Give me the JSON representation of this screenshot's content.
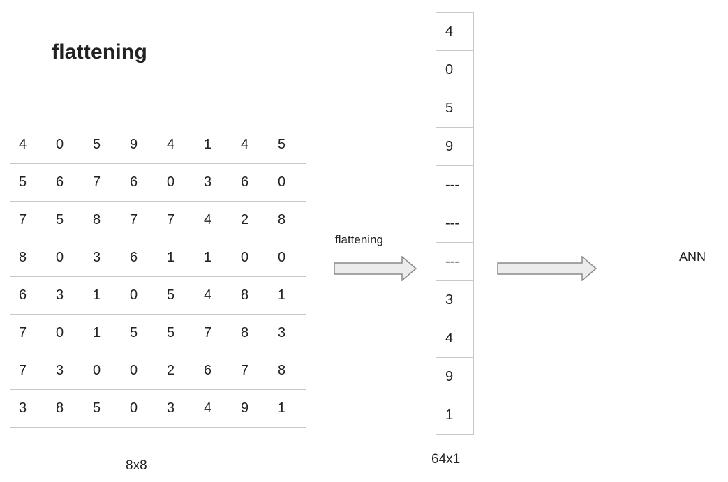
{
  "title": "flattening",
  "matrix": {
    "label": "8x8",
    "rows": [
      [
        "4",
        "0",
        "5",
        "9",
        "4",
        "1",
        "4",
        "5"
      ],
      [
        "5",
        "6",
        "7",
        "6",
        "0",
        "3",
        "6",
        "0"
      ],
      [
        "7",
        "5",
        "8",
        "7",
        "7",
        "4",
        "2",
        "8"
      ],
      [
        "8",
        "0",
        "3",
        "6",
        "1",
        "1",
        "0",
        "0"
      ],
      [
        "6",
        "3",
        "1",
        "0",
        "5",
        "4",
        "8",
        "1"
      ],
      [
        "7",
        "0",
        "1",
        "5",
        "5",
        "7",
        "8",
        "3"
      ],
      [
        "7",
        "3",
        "0",
        "0",
        "2",
        "6",
        "7",
        "8"
      ],
      [
        "3",
        "8",
        "5",
        "0",
        "3",
        "4",
        "9",
        "1"
      ]
    ]
  },
  "flatten_arrow_label": "flattening",
  "vector": {
    "label": "64x1",
    "cells": [
      "4",
      "0",
      "5",
      "9",
      "---",
      "---",
      "---",
      "3",
      "4",
      "9",
      "1"
    ]
  },
  "output_label": "ANN",
  "colors": {
    "grid_line": "#c8c8c8",
    "arrow_fill": "#ececec",
    "arrow_stroke": "#8a8a8a",
    "text": "#222222"
  }
}
